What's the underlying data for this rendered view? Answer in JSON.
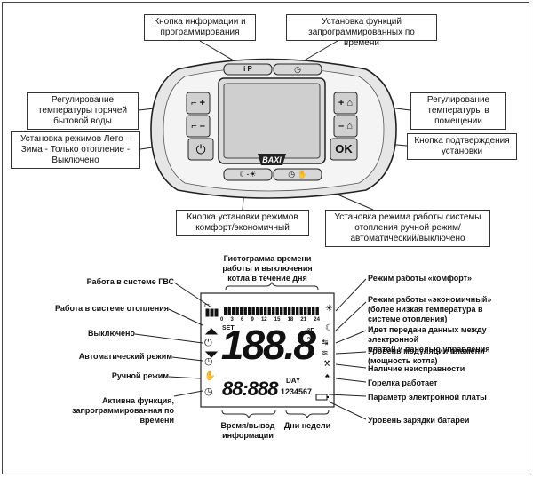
{
  "top_callouts": {
    "info_button": "Кнопка информации и\nпрограммирования",
    "timer_functions": "Установка функций\nзапрограммированных по времени",
    "dhw_temp": "Регулирование\nтемпературы горячей\nбытовой воды",
    "mode_select": "Установка режимов Лето –\nЗима - Только отопление -\nВыключено",
    "room_temp": "Регулирование\nтемпературы в\nпомещении",
    "ok_button": "Кнопка подтверждения\nустановки",
    "comfort_eco": "Кнопка установки режимов\nкомфорт/экономичный",
    "heating_mode": "Установка режима работы системы\nотопления ручной режим/\nавтоматический/выключено"
  },
  "panel": {
    "brand": "BAXI",
    "ok_label": "OK",
    "plus": "+",
    "minus": "–"
  },
  "display": {
    "set_label": "SET",
    "big_digits": "188.8",
    "unit_f": "°F",
    "unit_c": "°C",
    "clock_digits": "88:888",
    "day_label": "DAY",
    "day_numbers": "1234567",
    "hour_ticks": [
      "0",
      "3",
      "6",
      "9",
      "12",
      "15",
      "18",
      "21",
      "24"
    ]
  },
  "left_labels": {
    "dhw_work": "Работа в системе ГВС",
    "heating_work": "Работа в системе отопления",
    "off": "Выключено",
    "auto_mode": "Автоматический режим",
    "manual_mode": "Ручной режим",
    "timer_active": "Активна функция,\nзапрограммированная по\nвремени"
  },
  "right_labels": {
    "comfort": "Режим работы «комфорт»",
    "economy": "Режим работы «экономичный»\n(более низкая температура в\nсистеме отопления)",
    "data_transfer": "Идет передача данных между электронной\nплатой и панелью управления",
    "modulation": "Уровень модуляции пламени\n(мощность котла)",
    "fault": "Наличие неисправности",
    "burner": "Горелка работает",
    "board_param": "Параметр электронной платы",
    "battery": "Уровень зарядки батареи"
  },
  "bottom_labels": {
    "histogram": "Гистограмма времени\nработы и выключения\nкотла в течение дня",
    "time_info": "Время/вывод\nинформации",
    "weekdays": "Дни недели"
  }
}
